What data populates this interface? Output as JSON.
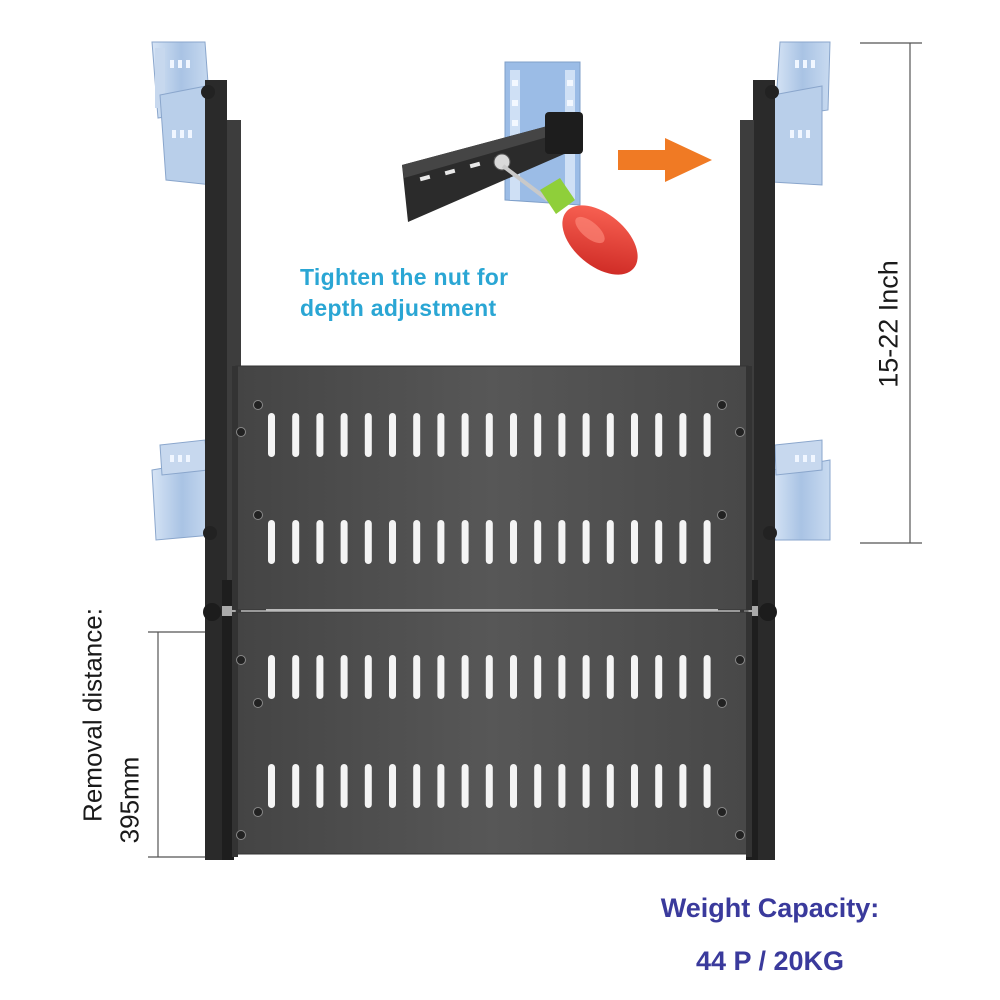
{
  "instruction": {
    "line1": "Tighten the nut for",
    "line2": "depth adjustment"
  },
  "depth_range": "15-22 Inch",
  "removal": {
    "label": "Removal distance:",
    "value": "395mm"
  },
  "weight": {
    "title": "Weight Capacity:",
    "value": "44 P / 20KG"
  },
  "colors": {
    "shelf": "#505050",
    "rail_blue": "#a9c3e4",
    "arrow_orange": "#f07a24",
    "caption_blue": "#2aa6d4",
    "weight_text": "#3a3a9c",
    "screwdriver_red": "#e8403a",
    "screwdriver_green": "#8fcf3a"
  },
  "icons": [
    "arrow-right-icon",
    "screwdriver-icon"
  ]
}
